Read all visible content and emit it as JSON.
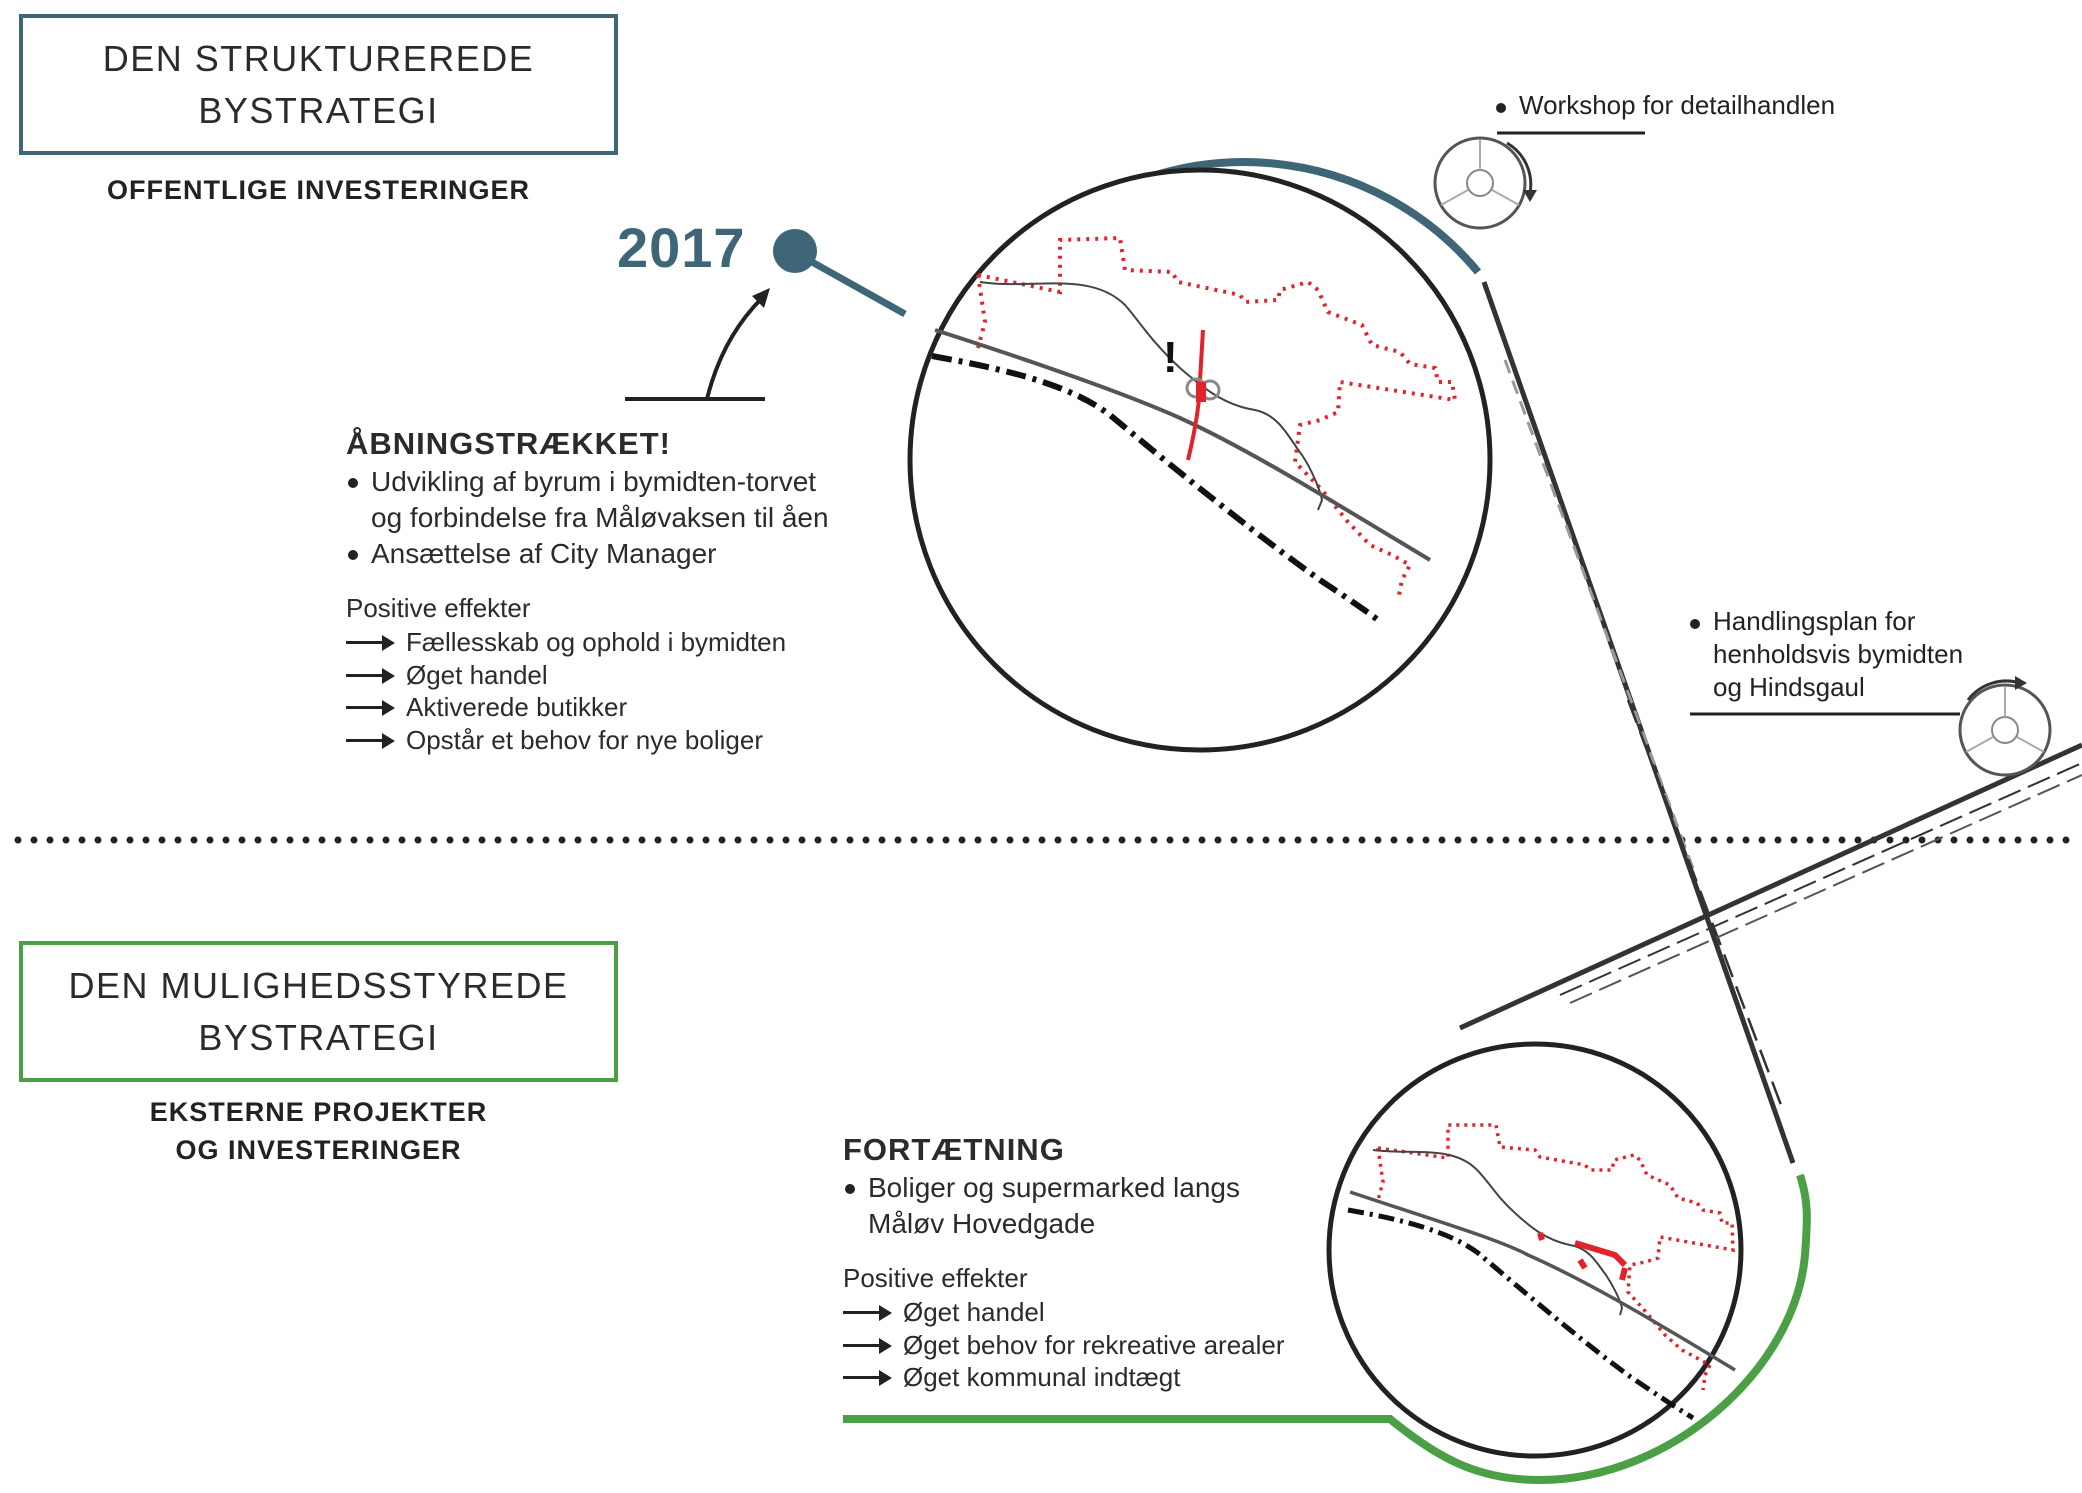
{
  "top_strategy": {
    "title_line1": "DEN STRUKTUREREDE",
    "title_line2": "BYSTRATEGI",
    "subtitle": "OFFENTLIGE INVESTERINGER",
    "color": "#3f6676"
  },
  "bottom_strategy": {
    "title_line1": "DEN MULIGHEDSSTYREDE",
    "title_line2": "BYSTRATEGI",
    "subtitle_line1": "EKSTERNE PROJEKTER",
    "subtitle_line2": "OG INVESTERINGER",
    "color": "#4ba046"
  },
  "milestone": {
    "year": "2017"
  },
  "opening": {
    "heading": "ÅBNINGSTRÆKKET!",
    "bullets": [
      "Udvikling af byrum i bymidten-torvet",
      "og forbindelse fra Måløvaksen til åen",
      "Ansættelse af City Manager"
    ],
    "effects_title": "Positive effekter",
    "effects": [
      "Fællesskab og ophold i bymidten",
      "Øget handel",
      "Aktiverede butikker",
      "Opstår et behov for nye boliger"
    ]
  },
  "densification": {
    "heading": "FORTÆTNING",
    "bullets": [
      "Boliger og supermarked langs",
      "Måløv Hovedgade"
    ],
    "effects_title": "Positive effekter",
    "effects": [
      "Øget handel",
      "Øget behov for rekreative arealer",
      "Øget kommunal indtægt"
    ]
  },
  "notes": {
    "workshop": "Workshop for detailhandlen",
    "plan_lines": [
      "Handlingsplan for",
      "henholdsvis bymidten",
      "og Hindsgaul"
    ]
  },
  "colors": {
    "teal": "#3f6676",
    "green": "#4ba046",
    "boundary_red": "#e3232b",
    "ink": "#222222"
  }
}
